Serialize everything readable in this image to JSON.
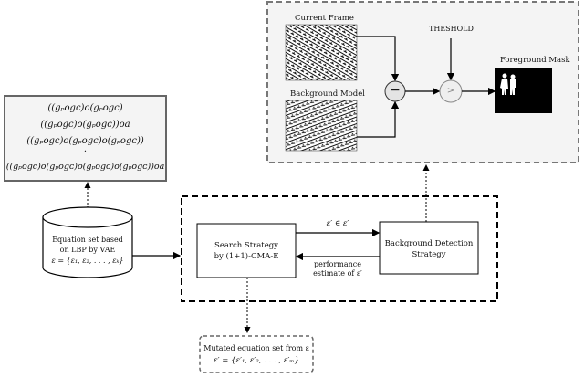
{
  "top_panel": {
    "current_frame_label": "Current Frame",
    "background_model_label": "Background Model",
    "threshold_label": "THESHOLD",
    "foreground_mask_label": "Foreground Mask",
    "minus_symbol": "−",
    "compare_symbol": ">"
  },
  "equations_box": {
    "lines": [
      "((gₚogᴄ)o(gₚogᴄ)",
      "((gₚogᴄ)o(gₚogᴄ))oa",
      "((gₚogᴄ)o(gₚogᴄ)o(gₚogᴄ))",
      "·",
      "((gₚogᴄ)o(gₚogᴄ)o(gₚogᴄ)o(gₚogᴄ))oa"
    ]
  },
  "database": {
    "line1": "Equation set based",
    "line2": "on LBP by VAE",
    "line3": "ε = {ε₁, ε₂, . . . , εₖ}"
  },
  "search_strategy": {
    "line1": "Search Strategy",
    "line2": "by (1+1)-CMA-E"
  },
  "background_detection": {
    "line1": "Background Detection",
    "line2": "Strategy"
  },
  "arrows": {
    "top_label": "ε′ ∈ ε′",
    "bottom_label_1": "performance",
    "bottom_label_2": "estimate of ε′"
  },
  "mutated": {
    "line1": "Mutated equation set from ε",
    "line2": "ε′ = {ε′₁, ε′₂, . . . , ε′ₘ}"
  },
  "colors": {
    "panel_border": "#777777",
    "panel_fill": "#f4f4f4",
    "black": "#000000"
  }
}
